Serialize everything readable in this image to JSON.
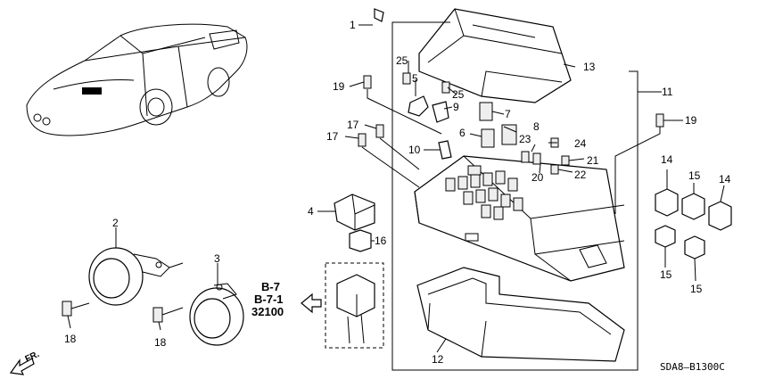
{
  "labels": {
    "p1": "1",
    "p2": "2",
    "p3": "3",
    "p4": "4",
    "p5": "5",
    "p6": "6",
    "p7": "7",
    "p8": "8",
    "p9": "9",
    "p10": "10",
    "p11": "11",
    "p12": "12",
    "p13": "13",
    "p14a": "14",
    "p14b": "14",
    "p15a": "15",
    "p15b": "15",
    "p15c": "15",
    "p16": "16",
    "p17a": "17",
    "p17b": "17",
    "p18a": "18",
    "p18b": "18",
    "p19a": "19",
    "p19b": "19",
    "p20": "20",
    "p21": "21",
    "p22": "22",
    "p23": "23",
    "p24": "24",
    "p25a": "25",
    "p25b": "25"
  },
  "reference": {
    "line1": "B-7",
    "line2": "B-7-1",
    "line3": "32100"
  },
  "direction": "FR.",
  "diagram_code": "SDA8–B1300C"
}
